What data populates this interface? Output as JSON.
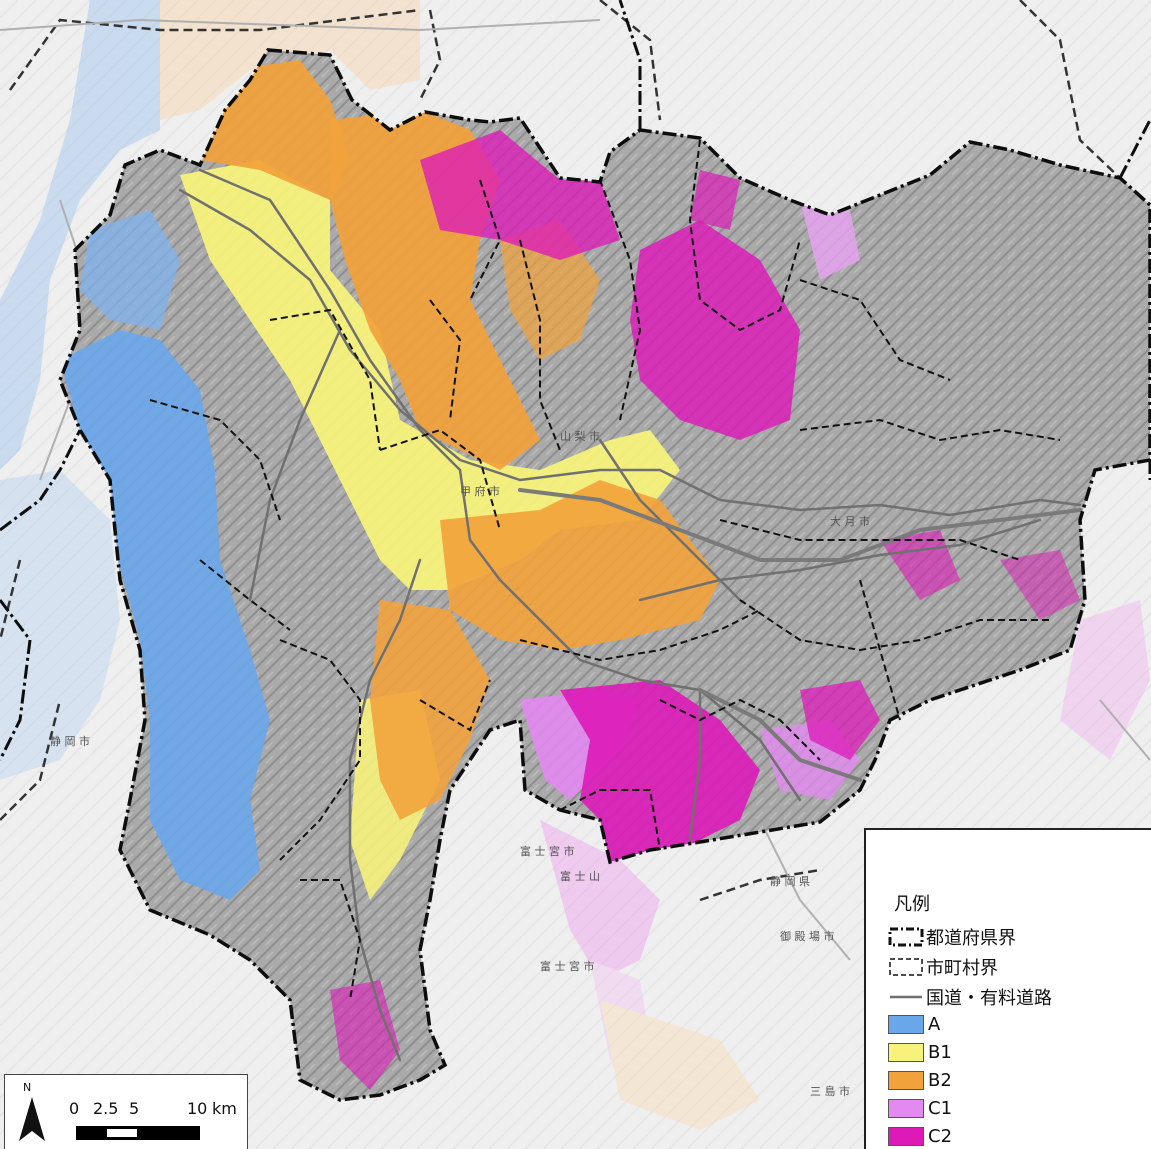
{
  "background_labels": [
    "静 岡 市",
    "富 士 宮 市",
    "富 士 宮 市",
    "静 岡 県",
    "富 士 山",
    "三 島 市",
    "御 殿 場 市",
    "甲 府 市",
    "大 月 市",
    "山 梨 市"
  ],
  "legend": {
    "title": "凡例",
    "boundary_items": [
      {
        "label": "都道府県界",
        "symbol": "prefecture-boundary"
      },
      {
        "label": "市町村界",
        "symbol": "municipal-boundary"
      },
      {
        "label": "国道・有料道路",
        "symbol": "road-line"
      }
    ],
    "class_items": [
      {
        "label": "A",
        "color": "#6aa6ea"
      },
      {
        "label": "B1",
        "color": "#f6f27c"
      },
      {
        "label": "B2",
        "color": "#f2a23a"
      },
      {
        "label": "C1",
        "color": "#e28af0"
      },
      {
        "label": "C2",
        "color": "#dd19b8"
      }
    ]
  },
  "scale": {
    "north": "N",
    "ticks": [
      "0",
      "2.5",
      "5",
      "10",
      "km"
    ]
  },
  "colors": {
    "hillshade": "#a4a4a4",
    "background_map": "#ececec",
    "road": "#707070",
    "boundary": "#111111"
  }
}
